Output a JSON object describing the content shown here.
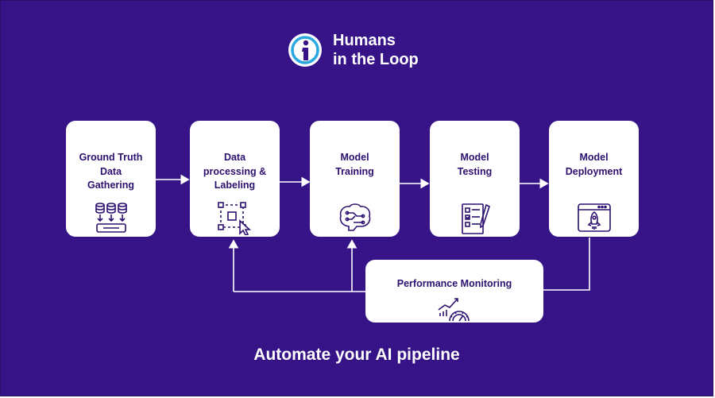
{
  "brand": {
    "line1": "Humans",
    "line2": "in the Loop",
    "logo_icon": "humans-in-the-loop-logo",
    "colors": {
      "background": "#361487",
      "card": "#ffffff",
      "accent": "#29a8e0",
      "ink": "#2c1070"
    }
  },
  "steps": [
    {
      "label": "Ground Truth\nData\nGathering",
      "icon": "database-transfer-icon"
    },
    {
      "label": "Data\nprocessing &\nLabeling",
      "icon": "bounding-box-cursor-icon"
    },
    {
      "label": "Model\nTraining",
      "icon": "brain-circuit-icon"
    },
    {
      "label": "Model\nTesting",
      "icon": "checklist-pencil-icon"
    },
    {
      "label": "Model\nDeployment",
      "icon": "rocket-window-icon"
    }
  ],
  "monitoring": {
    "label": "Performance Monitoring",
    "icon": "chart-gauge-icon"
  },
  "tagline": "Automate your AI pipeline"
}
